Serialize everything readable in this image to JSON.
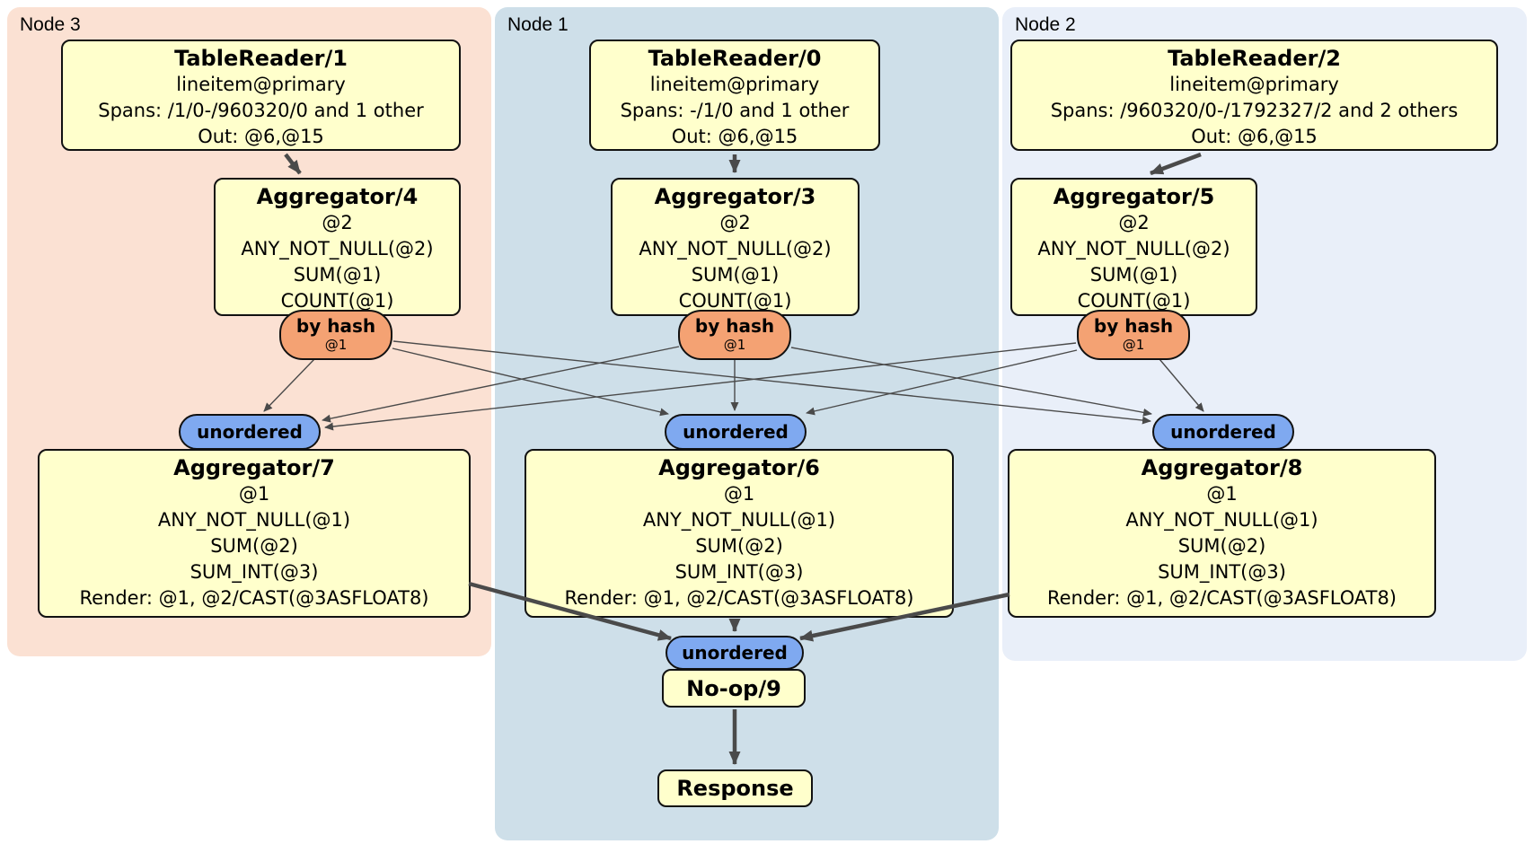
{
  "regions": {
    "node3": {
      "label": "Node 3"
    },
    "node1": {
      "label": "Node 1"
    },
    "node2": {
      "label": "Node 2"
    }
  },
  "processors": {
    "tr1": {
      "title": "TableReader/1",
      "lines": [
        "lineitem@primary",
        "Spans: /1/0-/960320/0 and 1 other",
        "Out: @6,@15"
      ]
    },
    "tr0": {
      "title": "TableReader/0",
      "lines": [
        "lineitem@primary",
        "Spans: -/1/0 and 1 other",
        "Out: @6,@15"
      ]
    },
    "tr2": {
      "title": "TableReader/2",
      "lines": [
        "lineitem@primary",
        "Spans: /960320/0-/1792327/2 and 2 others",
        "Out: @6,@15"
      ]
    },
    "agg4": {
      "title": "Aggregator/4",
      "lines": [
        "@2",
        "ANY_NOT_NULL(@2)",
        "SUM(@1)",
        "COUNT(@1)"
      ]
    },
    "agg3": {
      "title": "Aggregator/3",
      "lines": [
        "@2",
        "ANY_NOT_NULL(@2)",
        "SUM(@1)",
        "COUNT(@1)"
      ]
    },
    "agg5": {
      "title": "Aggregator/5",
      "lines": [
        "@2",
        "ANY_NOT_NULL(@2)",
        "SUM(@1)",
        "COUNT(@1)"
      ]
    },
    "agg7": {
      "title": "Aggregator/7",
      "lines": [
        "@1",
        "ANY_NOT_NULL(@1)",
        "SUM(@2)",
        "SUM_INT(@3)",
        "Render: @1, @2/CAST(@3ASFLOAT8)"
      ]
    },
    "agg6": {
      "title": "Aggregator/6",
      "lines": [
        "@1",
        "ANY_NOT_NULL(@1)",
        "SUM(@2)",
        "SUM_INT(@3)",
        "Render: @1, @2/CAST(@3ASFLOAT8)"
      ]
    },
    "agg8": {
      "title": "Aggregator/8",
      "lines": [
        "@1",
        "ANY_NOT_NULL(@1)",
        "SUM(@2)",
        "SUM_INT(@3)",
        "Render: @1, @2/CAST(@3ASFLOAT8)"
      ]
    },
    "noop": {
      "title": "No-op/9"
    },
    "response": {
      "title": "Response"
    }
  },
  "router": {
    "label": "by hash",
    "key": "@1"
  },
  "sync": {
    "label": "unordered"
  },
  "colors": {
    "node3_bg": "#fbe1d3",
    "node1_bg": "#cedfe9",
    "node2_bg": "#e9eff9",
    "processor_fill": "#ffffcc",
    "router_fill": "#f4a273",
    "sync_fill": "#7fa9f0",
    "border": "#111111",
    "edge": "#4a4a4a",
    "text": "#000000"
  }
}
